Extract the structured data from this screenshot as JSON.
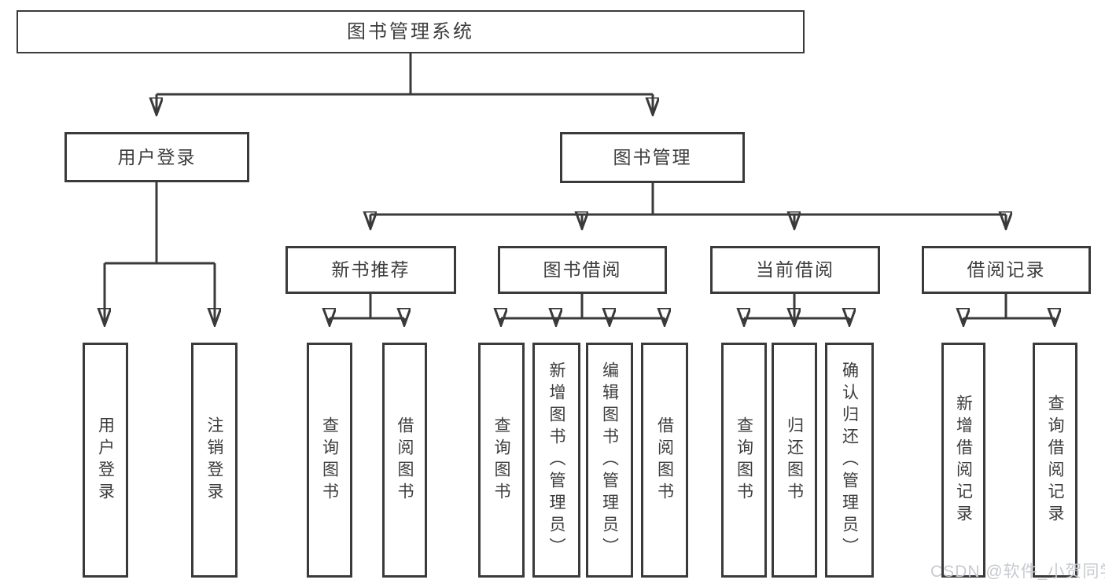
{
  "colors": {
    "line": "#3a3a3a",
    "text": "#3c3c3c",
    "watermark": "#c7cad0",
    "box_bg": "#ffffff"
  },
  "nodes": {
    "root": "图书管理系统",
    "login": "用户登录",
    "mgmt": "图书管理",
    "rec": "新书推荐",
    "borrow": "图书借阅",
    "current": "当前借阅",
    "records": "借阅记录",
    "leaves": {
      "a1": "用户登录",
      "a2": "注销登录",
      "b1": "查询图书",
      "b2": "借阅图书",
      "c1": "查询图书",
      "c2": "新增图书（管理员）",
      "c3": "编辑图书（管理员）",
      "c4": "借阅图书",
      "d1": "查询图书",
      "d2": "归还图书",
      "d3": "确认归还（管理员）",
      "e1": "新增借阅记录",
      "e2": "查询借阅记录"
    }
  },
  "watermark": {
    "text": "CSDN @软件_小贺同学"
  }
}
